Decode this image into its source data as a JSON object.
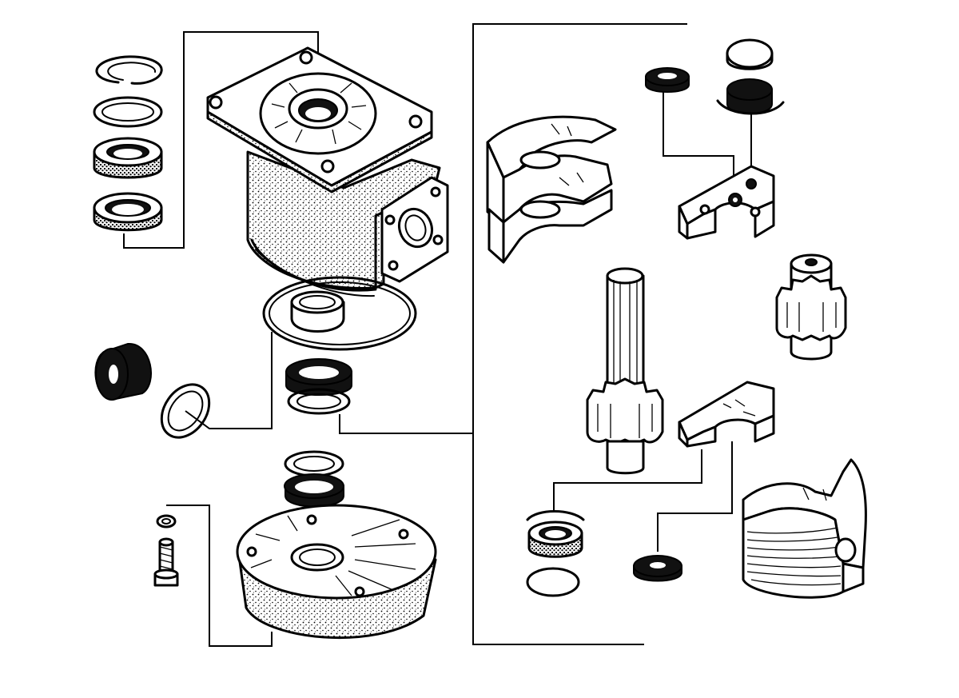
{
  "diagram": {
    "kind": "exploded-assembly",
    "parts": [
      "lock-ring",
      "washer",
      "shaft-seal-outer",
      "shaft-seal-inner",
      "pump-housing",
      "housing-o-ring",
      "bushing",
      "roller-bearing",
      "thrust-washer",
      "drive-seal",
      "rear-cover-seal",
      "rear-cover",
      "lock-washer",
      "cover-bolt",
      "bearing-block-upper",
      "bearing-block-plate-upper",
      "small-seal-a",
      "cap-plug",
      "cap-seal",
      "drive-gear-shaft",
      "driven-gear",
      "bearing-block-plate-lower",
      "small-seal-b",
      "small-o-ring",
      "small-seal-c",
      "bearing-block-lower"
    ]
  },
  "colors": {
    "ink": "#000000",
    "paper": "#ffffff"
  }
}
